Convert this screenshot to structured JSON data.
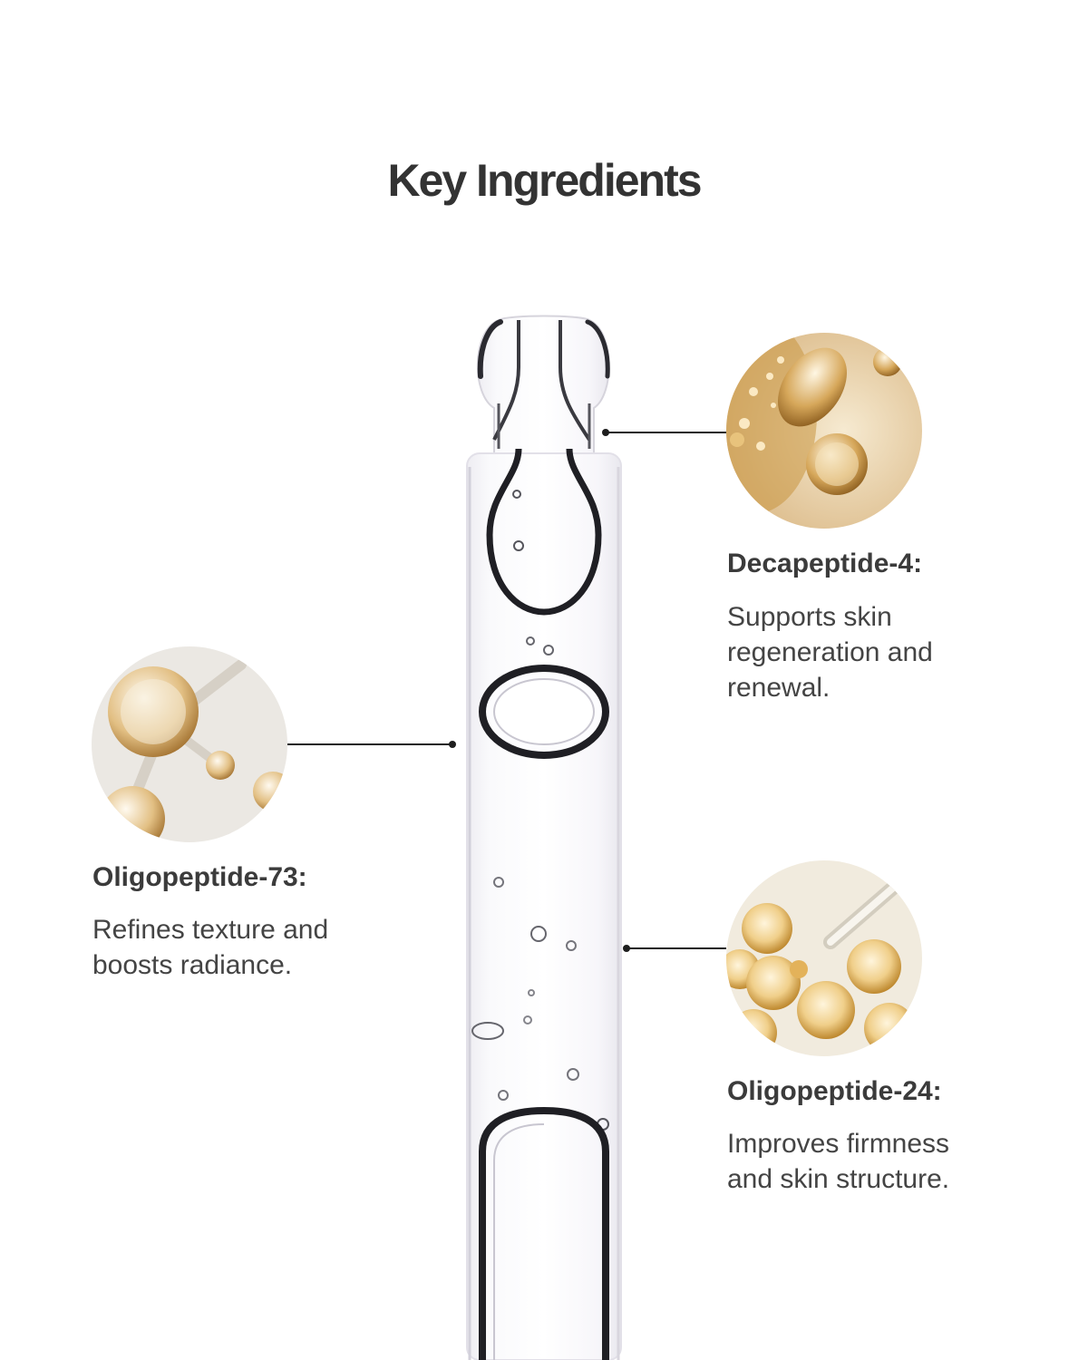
{
  "page": {
    "title": "Key Ingredients"
  },
  "ingredients": [
    {
      "name": "Decapeptide-4:",
      "line1": "Supports skin",
      "line2": "regeneration and",
      "line3": "renewal."
    },
    {
      "name": "Oligopeptide-73:",
      "line1": "Refines texture and",
      "line2": "boosts radiance."
    },
    {
      "name": "Oligopeptide-24:",
      "line1": "Improves firmness",
      "line2": "and skin structure."
    }
  ],
  "colors": {
    "gold": "#c9933a",
    "cream": "#f3e7cf",
    "line": "#1e1e1e",
    "text": "#3b3b3b"
  }
}
